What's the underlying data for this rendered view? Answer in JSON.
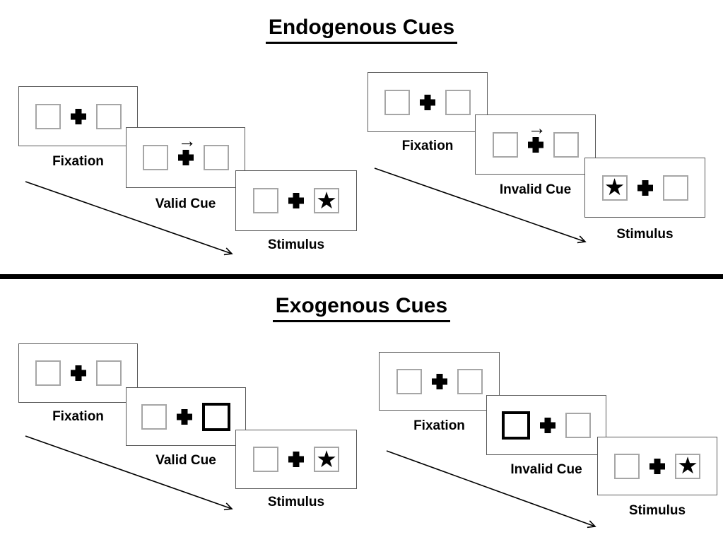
{
  "figure": {
    "sections": [
      {
        "title": "Endogenous Cues",
        "groups": [
          {
            "name": "valid-trial",
            "panels": [
              {
                "label": "Fixation"
              },
              {
                "label": "Valid Cue"
              },
              {
                "label": "Stimulus"
              }
            ]
          },
          {
            "name": "invalid-trial",
            "panels": [
              {
                "label": "Fixation"
              },
              {
                "label": "Invalid Cue"
              },
              {
                "label": "Stimulus"
              }
            ]
          }
        ]
      },
      {
        "title": "Exogenous Cues",
        "groups": [
          {
            "name": "valid-trial",
            "panels": [
              {
                "label": "Fixation"
              },
              {
                "label": "Valid Cue"
              },
              {
                "label": "Stimulus"
              }
            ]
          },
          {
            "name": "invalid-trial",
            "panels": [
              {
                "label": "Fixation"
              },
              {
                "label": "Invalid Cue"
              },
              {
                "label": "Stimulus"
              }
            ]
          }
        ]
      }
    ],
    "icons": {
      "star": "★",
      "cue_arrow": "→"
    },
    "colors": {
      "panel_border": "#595959",
      "box_border": "#a6a6a6",
      "bold_cue_border": "#000000",
      "divider": "#000000",
      "text": "#000000",
      "background": "#ffffff"
    }
  }
}
